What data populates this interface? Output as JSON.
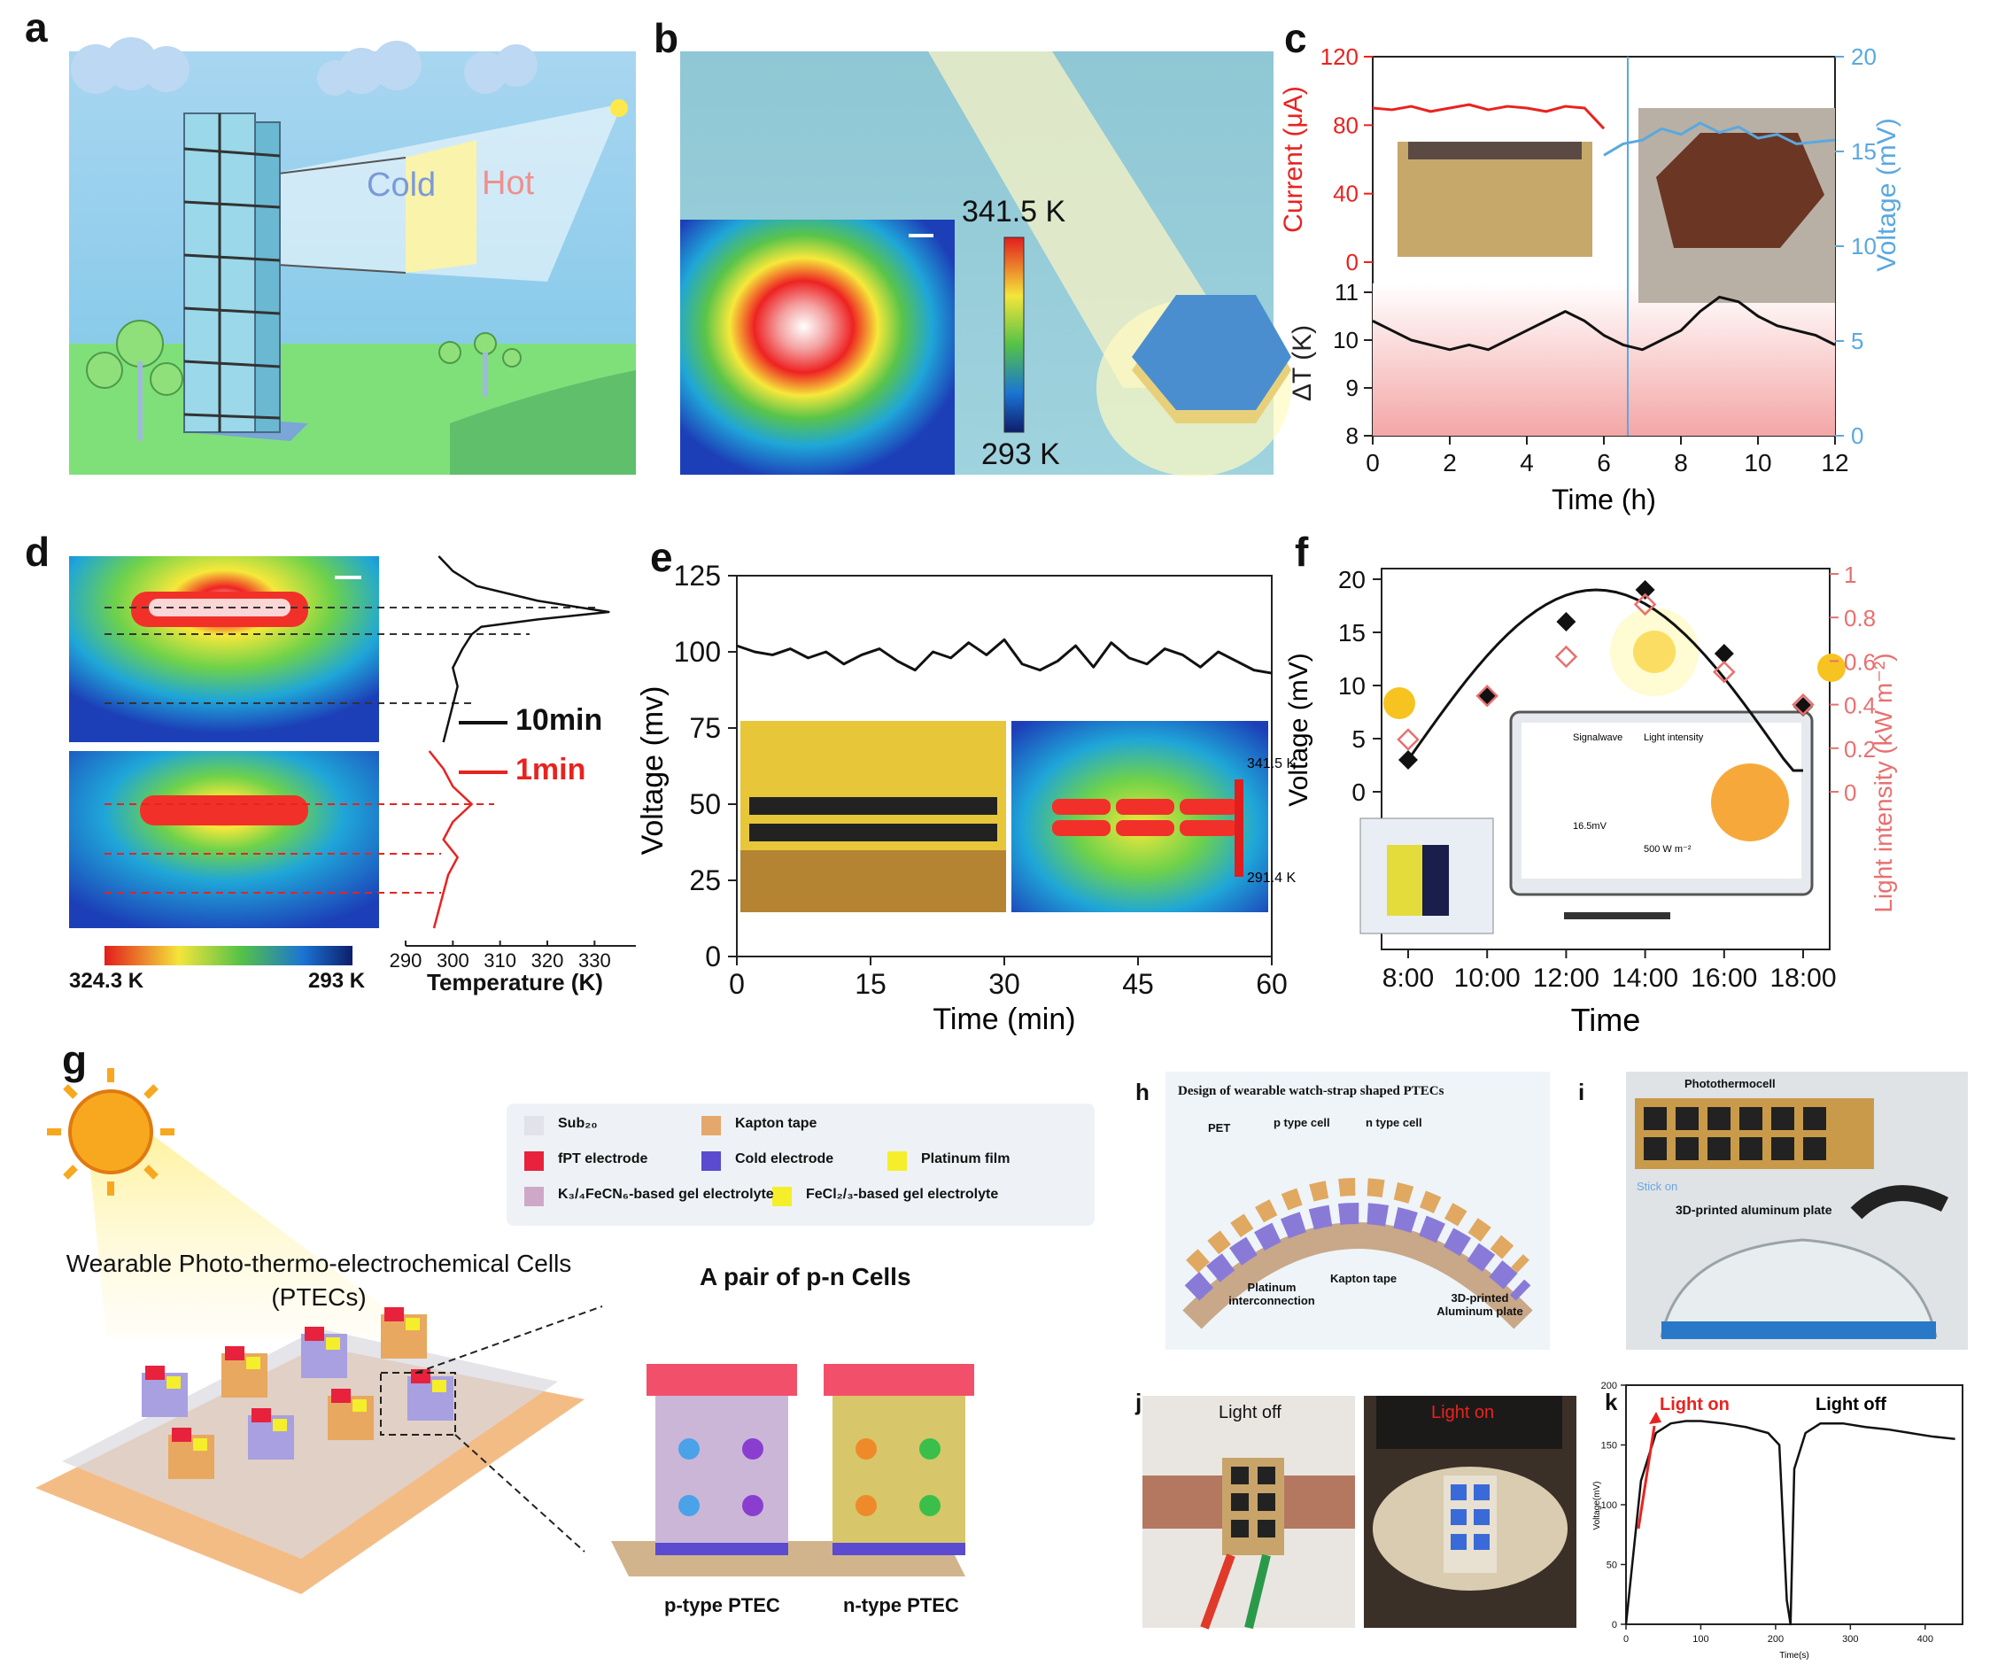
{
  "labels": {
    "a": "a",
    "b": "b",
    "c": "c",
    "d": "d",
    "e": "e",
    "f": "f",
    "g": "g",
    "h": "h",
    "i": "i",
    "j": "j",
    "k": "k"
  },
  "panel_a": {
    "cold": "Cold",
    "hot": "Hot"
  },
  "panel_b": {
    "scale_max": "341.5 K",
    "scale_min": "293 K"
  },
  "panel_c": {
    "y_left_label": "Current (μA)",
    "y_right_label": "Voltage (mV)",
    "y_lower_label": "ΔT (K)",
    "x_label": "Time (h)",
    "x_ticks": [
      "0",
      "2",
      "4",
      "6",
      "8",
      "10",
      "12"
    ],
    "y_left_ticks": [
      "0",
      "40",
      "80",
      "120"
    ],
    "y_lower_ticks": [
      "8",
      "9",
      "10",
      "11"
    ],
    "y_right_ticks": [
      "0",
      "5",
      "10",
      "15",
      "20"
    ]
  },
  "panel_d": {
    "legend": [
      "10min",
      "1min"
    ],
    "x_label": "Temperature (K)",
    "x_ticks": [
      "290",
      "300",
      "310",
      "320",
      "330"
    ],
    "scale_max": "324.3 K",
    "scale_min": "293 K"
  },
  "panel_e": {
    "x_label": "Time  (min)",
    "y_label": "Voltage  (mv)",
    "x_ticks": [
      "0",
      "15",
      "30",
      "45",
      "60"
    ],
    "y_ticks": [
      "0",
      "25",
      "50",
      "75",
      "100",
      "125"
    ],
    "ir_max": "341.5 K",
    "ir_min": "291.4 K"
  },
  "panel_f": {
    "x_label": "Time",
    "y_label": "Voltage (mV)",
    "y_right_label": "Light intensity (kW m⁻²)",
    "x_ticks": [
      "8:00",
      "10:00",
      "12:00",
      "14:00",
      "16:00",
      "18:00"
    ],
    "y_ticks": [
      "0",
      "5",
      "10",
      "15",
      "20"
    ],
    "y_right_ticks": [
      "0",
      "0.2",
      "0.4",
      "0.6",
      "0.8",
      "1"
    ],
    "screen_title_1": "Signalwave",
    "screen_title_2": "Light intensity",
    "screen_value": "16.5mV",
    "screen_light": "500 W m⁻²"
  },
  "panel_g": {
    "legend": [
      "Sub₂₀",
      "Kapton tape",
      "fPT electrode",
      "Cold electrode",
      "Platinum film",
      "K₃/₄FeCN₆-based gel electrolyte",
      "FeCl₂/₃-based gel electrolyte"
    ],
    "title": "Wearable Photo-thermo-electrochemical Cells (PTECs)",
    "pair_title": "A pair of p-n Cells",
    "p_type": "p-type PTEC",
    "n_type": "n-type PTEC"
  },
  "panel_h": {
    "title": "Design of wearable watch-strap shaped PTECs",
    "labels": [
      "PET",
      "p type cell",
      "n type cell",
      "Platinum interconnection",
      "Kapton tape",
      "3D-printed Aluminum plate"
    ]
  },
  "panel_i": {
    "title": "Photothermocell",
    "stick": "Stick on",
    "plate": "3D-printed aluminum plate"
  },
  "panel_j": {
    "off": "Light off",
    "on": "Light on"
  },
  "panel_k": {
    "on": "Light on",
    "off": "Light off",
    "x_label": "Time(s)",
    "y_label": "Voltage(mV)",
    "x_ticks": [
      "0",
      "100",
      "200",
      "300",
      "400"
    ],
    "y_ticks": [
      "0",
      "50",
      "100",
      "150",
      "200"
    ]
  },
  "colors": {
    "accent_red": "#e8231f",
    "accent_blue": "#5aa8e0",
    "black": "#111111",
    "pink": "#f4a7a7"
  },
  "chart_data": [
    {
      "type": "line",
      "panel": "c",
      "xlabel": "Time (h)",
      "xlim": [
        0,
        12
      ],
      "series": [
        {
          "name": "Current (μA)",
          "x": [
            0,
            0.5,
            1,
            1.5,
            2,
            2.5,
            3,
            3.5,
            4,
            4.5,
            5,
            5.5,
            6
          ],
          "y": [
            90,
            89,
            91,
            88,
            90,
            92,
            89,
            91,
            90,
            88,
            91,
            90,
            78
          ]
        },
        {
          "name": "Voltage (mV)",
          "x": [
            6,
            6.5,
            7,
            7.5,
            8,
            8.5,
            9,
            9.5,
            10,
            10.5,
            11,
            11.5,
            12
          ],
          "y": [
            14.8,
            15.4,
            15.6,
            16.2,
            15.9,
            16.5,
            16.0,
            16.3,
            15.7,
            15.9,
            15.4,
            15.5,
            15.6
          ]
        },
        {
          "name": "ΔT (K)",
          "x": [
            0,
            0.5,
            1,
            1.5,
            2,
            2.5,
            3,
            3.5,
            4,
            4.5,
            5,
            5.5,
            6,
            6.5,
            7,
            7.5,
            8,
            8.5,
            9,
            9.5,
            10,
            10.5,
            11,
            11.5,
            12
          ],
          "y": [
            10.4,
            10.2,
            10.0,
            9.9,
            9.8,
            9.9,
            9.8,
            10.0,
            10.2,
            10.4,
            10.6,
            10.4,
            10.1,
            9.9,
            9.8,
            10.0,
            10.2,
            10.6,
            10.9,
            10.8,
            10.5,
            10.3,
            10.2,
            10.1,
            9.9
          ]
        }
      ],
      "y_left_lim": [
        0,
        120
      ],
      "y_right_lim": [
        0,
        20
      ],
      "y_lower_lim": [
        8,
        11
      ]
    },
    {
      "type": "line",
      "panel": "d",
      "xlabel": "Temperature (K)",
      "xlim": [
        290,
        335
      ],
      "series": [
        {
          "name": "10min",
          "t": [
            0,
            0.08,
            0.16,
            0.24,
            0.3,
            0.34,
            0.38,
            0.42,
            0.5,
            0.6,
            0.7,
            0.8,
            0.9,
            1.0
          ],
          "temp": [
            297,
            300,
            305,
            318,
            333,
            318,
            306,
            304,
            302,
            300,
            301,
            300,
            299,
            298
          ]
        },
        {
          "name": "1min",
          "t": [
            0,
            0.1,
            0.2,
            0.3,
            0.4,
            0.5,
            0.6,
            0.7,
            0.8,
            0.9,
            1.0
          ],
          "temp": [
            295,
            298,
            300,
            304,
            300,
            298,
            301,
            299,
            298,
            297,
            296
          ]
        }
      ]
    },
    {
      "type": "line",
      "panel": "e",
      "xlabel": "Time  (min)",
      "ylabel": "Voltage  (mv)",
      "xlim": [
        0,
        60
      ],
      "ylim": [
        0,
        125
      ],
      "x": [
        0,
        2,
        4,
        6,
        8,
        10,
        12,
        14,
        16,
        18,
        20,
        22,
        24,
        26,
        28,
        30,
        32,
        34,
        36,
        38,
        40,
        42,
        44,
        46,
        48,
        50,
        52,
        54,
        56,
        58,
        60
      ],
      "y": [
        102,
        100,
        99,
        101,
        98,
        100,
        96,
        99,
        101,
        97,
        94,
        100,
        98,
        103,
        99,
        104,
        96,
        94,
        97,
        102,
        95,
        103,
        98,
        96,
        101,
        99,
        95,
        100,
        97,
        94,
        93
      ]
    },
    {
      "type": "scatter",
      "panel": "f",
      "xlabel": "Time",
      "ylabel": "Voltage (mV)",
      "categories": [
        "8:00",
        "10:00",
        "12:00",
        "14:00",
        "16:00",
        "18:00"
      ],
      "series": [
        {
          "name": "Voltage (mV)",
          "values": [
            3,
            9,
            16,
            19,
            13,
            8
          ]
        },
        {
          "name": "Light intensity (kW m⁻²)",
          "values": [
            0.24,
            0.44,
            0.62,
            0.86,
            0.55,
            0.4
          ]
        }
      ],
      "ylim": [
        0,
        20
      ],
      "y_right_lim": [
        0,
        1
      ]
    },
    {
      "type": "line",
      "panel": "k",
      "xlabel": "Time(s)",
      "ylabel": "Voltage(mV)",
      "xlim": [
        0,
        450
      ],
      "ylim": [
        0,
        200
      ],
      "x": [
        0,
        10,
        20,
        40,
        60,
        80,
        100,
        130,
        160,
        190,
        205,
        215,
        220,
        225,
        240,
        260,
        290,
        320,
        350,
        380,
        410,
        440
      ],
      "y": [
        0,
        60,
        120,
        160,
        168,
        170,
        170,
        168,
        165,
        160,
        150,
        20,
        0,
        130,
        160,
        168,
        168,
        165,
        163,
        160,
        157,
        155
      ]
    }
  ]
}
